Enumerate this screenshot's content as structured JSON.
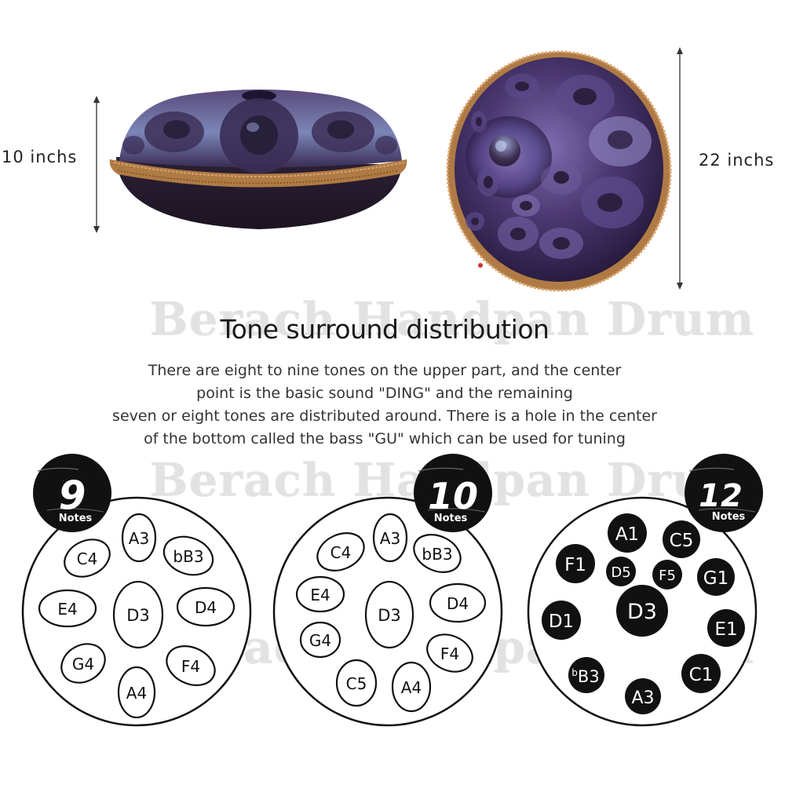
{
  "dimensions": {
    "height_label": "10 inchs",
    "width_label": "22 inchs"
  },
  "watermark": "Berach Handpan Drum",
  "title": "Tone surround distribution",
  "description": [
    "There are eight to nine tones on the upper part, and the center",
    "point is the basic sound \"DING\" and the remaining",
    "seven or eight tones are distributed around. There is a hole in the center",
    "of the bottom called the bass \"GU\" which can be used for tuning"
  ],
  "diagrams": [
    {
      "badge_number": "9",
      "badge_word": "Notes",
      "notes": [
        "A3",
        "C4",
        "bB3",
        "E4",
        "D3",
        "D4",
        "G4",
        "F4",
        "A4"
      ]
    },
    {
      "badge_number": "10",
      "badge_word": "Notes",
      "notes": [
        "A3",
        "C4",
        "bB3",
        "E4",
        "D3",
        "D4",
        "G4",
        "F4",
        "C5",
        "A4"
      ]
    },
    {
      "badge_number": "12",
      "badge_word": "Notes",
      "notes": [
        "A1",
        "C5",
        "F1",
        "D5",
        "F5",
        "G1",
        "D3",
        "D1",
        "E1",
        "C1",
        "A3"
      ],
      "flat_note": {
        "flat": "b",
        "note": "B3"
      }
    }
  ],
  "colors": {
    "drum_dark": "#2a1d3e",
    "drum_purple": "#5e4a8e",
    "drum_blue": "#7c8fc0",
    "rope": "#b07a45",
    "badge": "#111111"
  }
}
